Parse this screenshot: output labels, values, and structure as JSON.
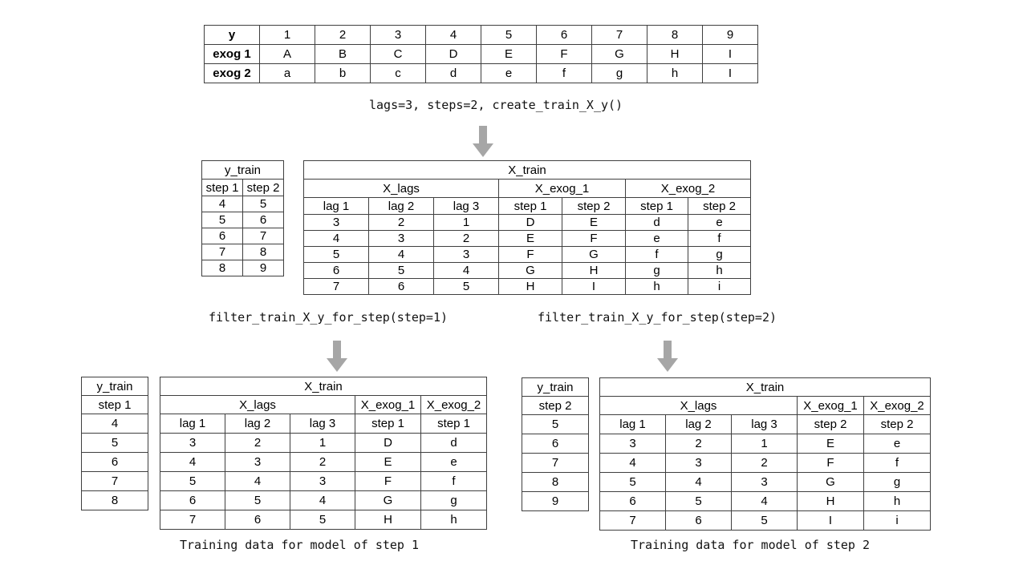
{
  "diagram": {
    "title_not_shown": "",
    "colors": {
      "header_blue": "#b4cfe7",
      "header_pink": "#fce3d5",
      "header_green": "#e2efd9",
      "header_yellow": "#fcd98c",
      "header_gray": "#d9d9d9",
      "border": "#3f3f3f",
      "arrow": "#a6a6a6"
    }
  },
  "source_table": {
    "rows": [
      {
        "label": "y",
        "values": [
          "1",
          "2",
          "3",
          "4",
          "5",
          "6",
          "7",
          "8",
          "9"
        ]
      },
      {
        "label": "exog 1",
        "values": [
          "A",
          "B",
          "C",
          "D",
          "E",
          "F",
          "G",
          "H",
          "I"
        ]
      },
      {
        "label": "exog 2",
        "values": [
          "a",
          "b",
          "c",
          "d",
          "e",
          "f",
          "g",
          "h",
          "I"
        ]
      }
    ]
  },
  "captions": {
    "create": "lags=3, steps=2, create_train_X_y()",
    "filter_step1": "filter_train_X_y_for_step(step=1)",
    "filter_step2": "filter_train_X_y_for_step(step=2)",
    "training_step1": "Training data for model of step 1",
    "training_step2": "Training data for model of step 2"
  },
  "middle": {
    "y_train": {
      "title": "y_train",
      "columns": [
        "step 1",
        "step 2"
      ],
      "rows": [
        [
          "4",
          "5"
        ],
        [
          "5",
          "6"
        ],
        [
          "6",
          "7"
        ],
        [
          "7",
          "8"
        ],
        [
          "8",
          "9"
        ]
      ]
    },
    "X_train": {
      "title": "X_train",
      "groups": [
        {
          "label": "X_lags",
          "span": 3
        },
        {
          "label": "X_exog_1",
          "span": 2
        },
        {
          "label": "X_exog_2",
          "span": 2
        }
      ],
      "columns": [
        "lag 1",
        "lag 2",
        "lag 3",
        "step 1",
        "step 2",
        "step 1",
        "step 2"
      ],
      "rows": [
        [
          "3",
          "2",
          "1",
          "D",
          "E",
          "d",
          "e"
        ],
        [
          "4",
          "3",
          "2",
          "E",
          "F",
          "e",
          "f"
        ],
        [
          "5",
          "4",
          "3",
          "F",
          "G",
          "f",
          "g"
        ],
        [
          "6",
          "5",
          "4",
          "G",
          "H",
          "g",
          "h"
        ],
        [
          "7",
          "6",
          "5",
          "H",
          "I",
          "h",
          "i"
        ]
      ]
    }
  },
  "bottom_left": {
    "y_train": {
      "title": "y_train",
      "columns": [
        "step 1"
      ],
      "rows": [
        [
          "4"
        ],
        [
          "5"
        ],
        [
          "6"
        ],
        [
          "7"
        ],
        [
          "8"
        ]
      ]
    },
    "X_train": {
      "title": "X_train",
      "groups": [
        {
          "label": "X_lags",
          "span": 3
        },
        {
          "label": "X_exog_1",
          "span": 1
        },
        {
          "label": "X_exog_2",
          "span": 1
        }
      ],
      "columns": [
        "lag 1",
        "lag 2",
        "lag 3",
        "step 1",
        "step 1"
      ],
      "rows": [
        [
          "3",
          "2",
          "1",
          "D",
          "d"
        ],
        [
          "4",
          "3",
          "2",
          "E",
          "e"
        ],
        [
          "5",
          "4",
          "3",
          "F",
          "f"
        ],
        [
          "6",
          "5",
          "4",
          "G",
          "g"
        ],
        [
          "7",
          "6",
          "5",
          "H",
          "h"
        ]
      ]
    }
  },
  "bottom_right": {
    "y_train": {
      "title": "y_train",
      "columns": [
        "step 2"
      ],
      "rows": [
        [
          "5"
        ],
        [
          "6"
        ],
        [
          "7"
        ],
        [
          "8"
        ],
        [
          "9"
        ]
      ]
    },
    "X_train": {
      "title": "X_train",
      "groups": [
        {
          "label": "X_lags",
          "span": 3
        },
        {
          "label": "X_exog_1",
          "span": 1
        },
        {
          "label": "X_exog_2",
          "span": 1
        }
      ],
      "columns": [
        "lag 1",
        "lag 2",
        "lag 3",
        "step 2",
        "step 2"
      ],
      "rows": [
        [
          "3",
          "2",
          "1",
          "E",
          "e"
        ],
        [
          "4",
          "3",
          "2",
          "F",
          "f"
        ],
        [
          "5",
          "4",
          "3",
          "G",
          "g"
        ],
        [
          "6",
          "5",
          "4",
          "H",
          "h"
        ],
        [
          "7",
          "6",
          "5",
          "I",
          "i"
        ]
      ]
    }
  }
}
